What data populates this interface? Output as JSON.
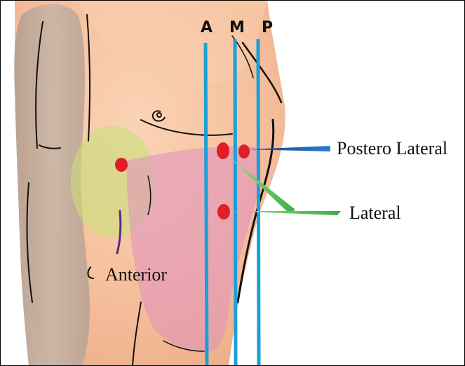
{
  "figure": {
    "line_letters": {
      "anterior_axillary": "A",
      "mid_axillary": "M",
      "posterior_axillary": "P"
    },
    "labels": {
      "postero_lateral": "Postero Lateral",
      "lateral": "Lateral",
      "anterior": "Anterior"
    },
    "colors": {
      "axillary_line": "#1aa0d8",
      "point": "#dd1f26",
      "posterolateral_pointer": "#1f5fb0",
      "lateral_pointer": "#5dc25a",
      "anterior_zone": "#c9e07a",
      "lateral_zone": "#de8fbf",
      "skin": "#f8c7a4",
      "arm": "#c7b09e"
    }
  }
}
